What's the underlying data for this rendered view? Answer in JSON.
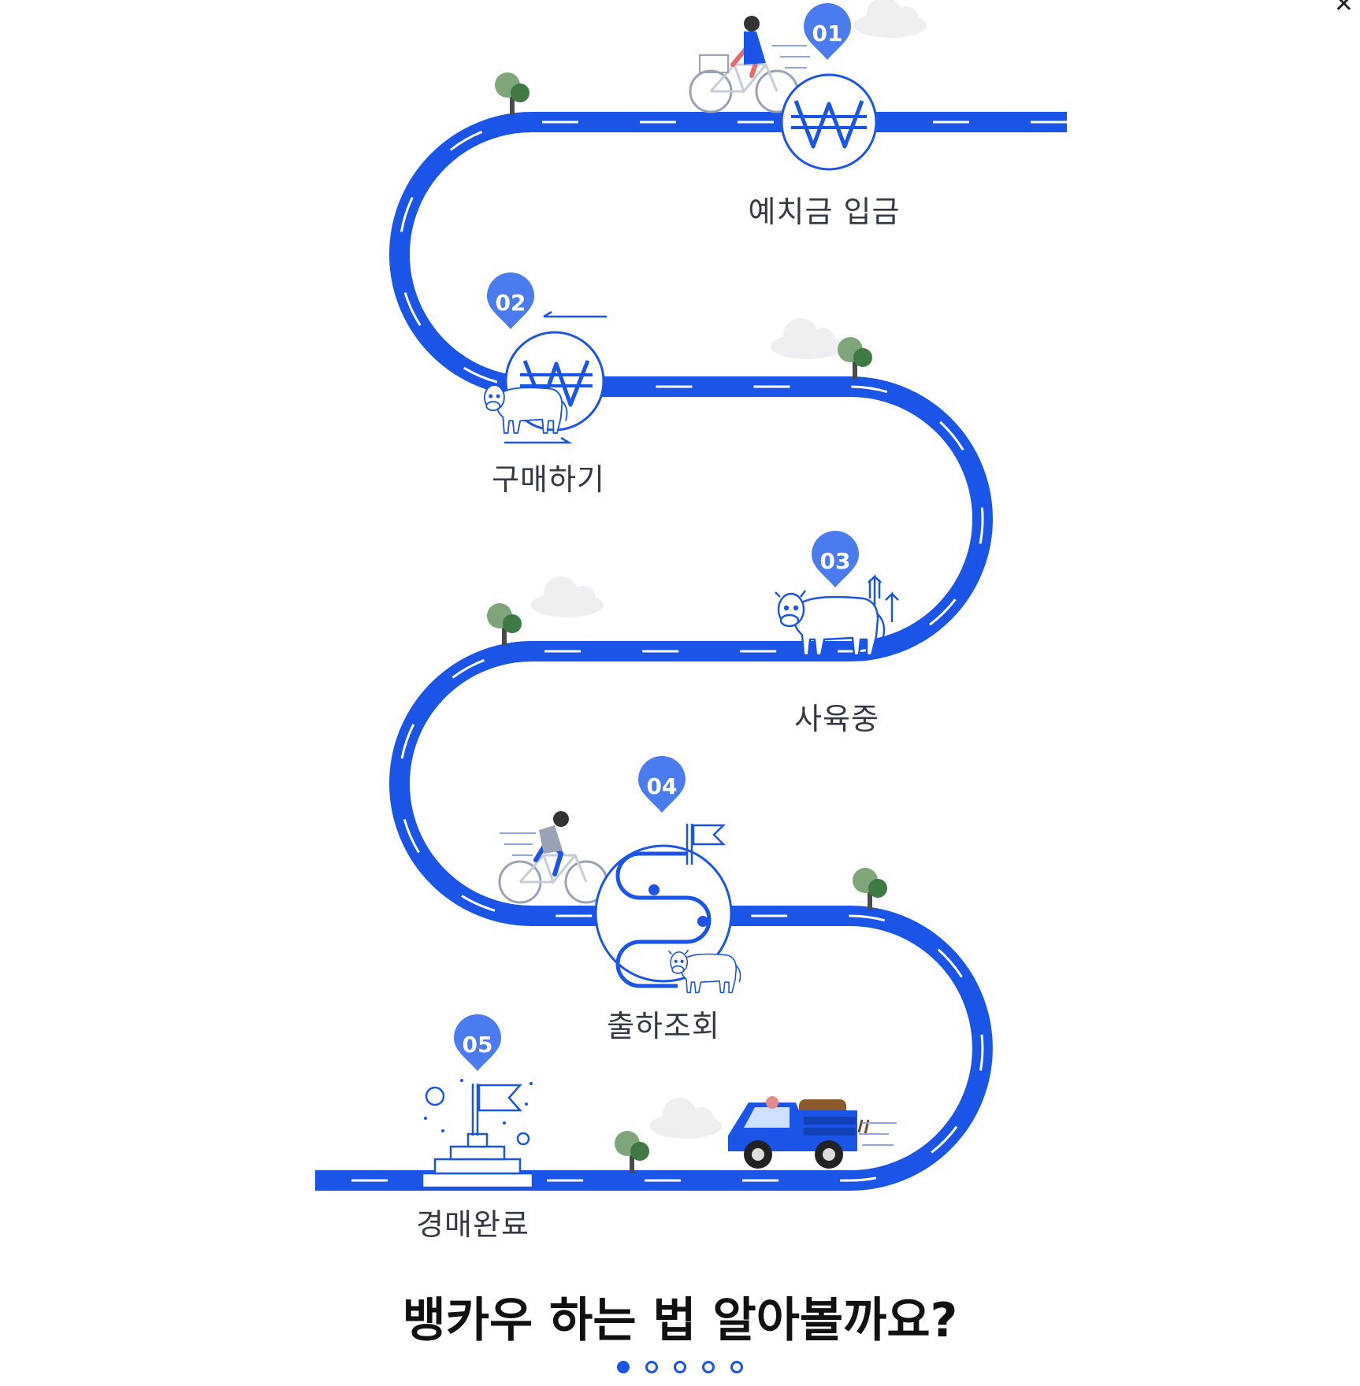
{
  "steps": [
    {
      "number": "01",
      "label": "예치금 입금"
    },
    {
      "number": "02",
      "label": "구매하기"
    },
    {
      "number": "03",
      "label": "사육중"
    },
    {
      "number": "04",
      "label": "출하조회"
    },
    {
      "number": "05",
      "label": "경매완료"
    }
  ],
  "headline": "뱅카우 하는 법 알아볼까요?",
  "pagination": {
    "total": 5,
    "active_index": 0
  },
  "colors": {
    "road": "#1a55e8",
    "pin": "#4a7cf0",
    "tree": "#6f9a6b",
    "tree_dark": "#3f7a45",
    "cloud": "#f1f1f3"
  },
  "icons": [
    "won-icon",
    "cow-icon",
    "bicycle-icon",
    "flag-icon",
    "truck-icon",
    "tree-icon",
    "cloud-icon",
    "map-pin-icon"
  ]
}
